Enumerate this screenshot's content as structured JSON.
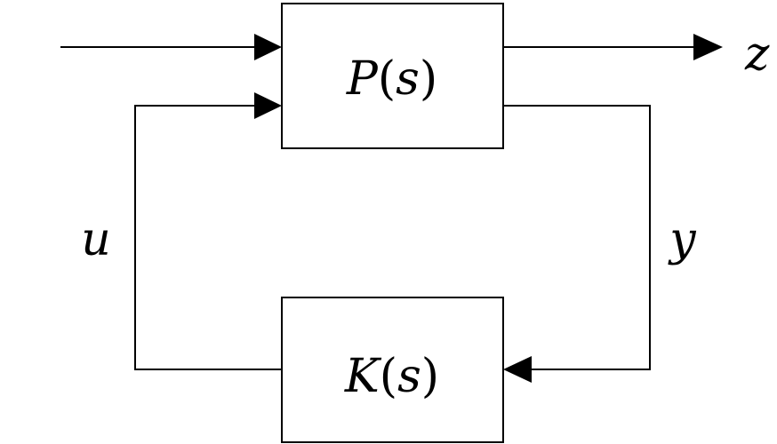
{
  "diagram": {
    "blocks": {
      "plant": {
        "label_main": "P",
        "label_open": "(",
        "label_arg": "s",
        "label_close": ")"
      },
      "controller": {
        "label_main": "K",
        "label_open": "(",
        "label_arg": "s",
        "label_close": ")"
      }
    },
    "signals": {
      "z": "z",
      "y": "y",
      "u": "u"
    },
    "colors": {
      "stroke": "#000000",
      "background": "#ffffff"
    }
  }
}
